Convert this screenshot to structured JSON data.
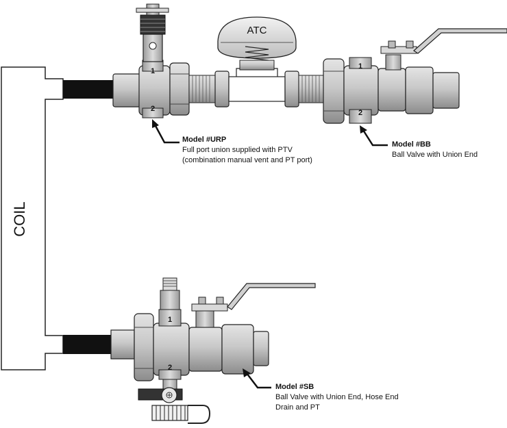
{
  "coil": {
    "label": "COIL"
  },
  "atc": {
    "label": "ATC"
  },
  "port_numbers": {
    "one": "1",
    "two": "2"
  },
  "callouts": {
    "urp": {
      "model": "Model #URP",
      "description": "Full port union supplied with PTV (combination manual vent and PT port)"
    },
    "bb": {
      "model": "Model #BB",
      "description": "Ball Valve with Union End"
    },
    "sb": {
      "model": "Model #SB",
      "description": "Ball Valve with Union End, Hose End Drain and PT"
    }
  },
  "colors": {
    "valve_fill": "#cfcfcf",
    "valve_shadow": "#8f8f8f",
    "pipe": "#111111",
    "outline": "#222222"
  }
}
